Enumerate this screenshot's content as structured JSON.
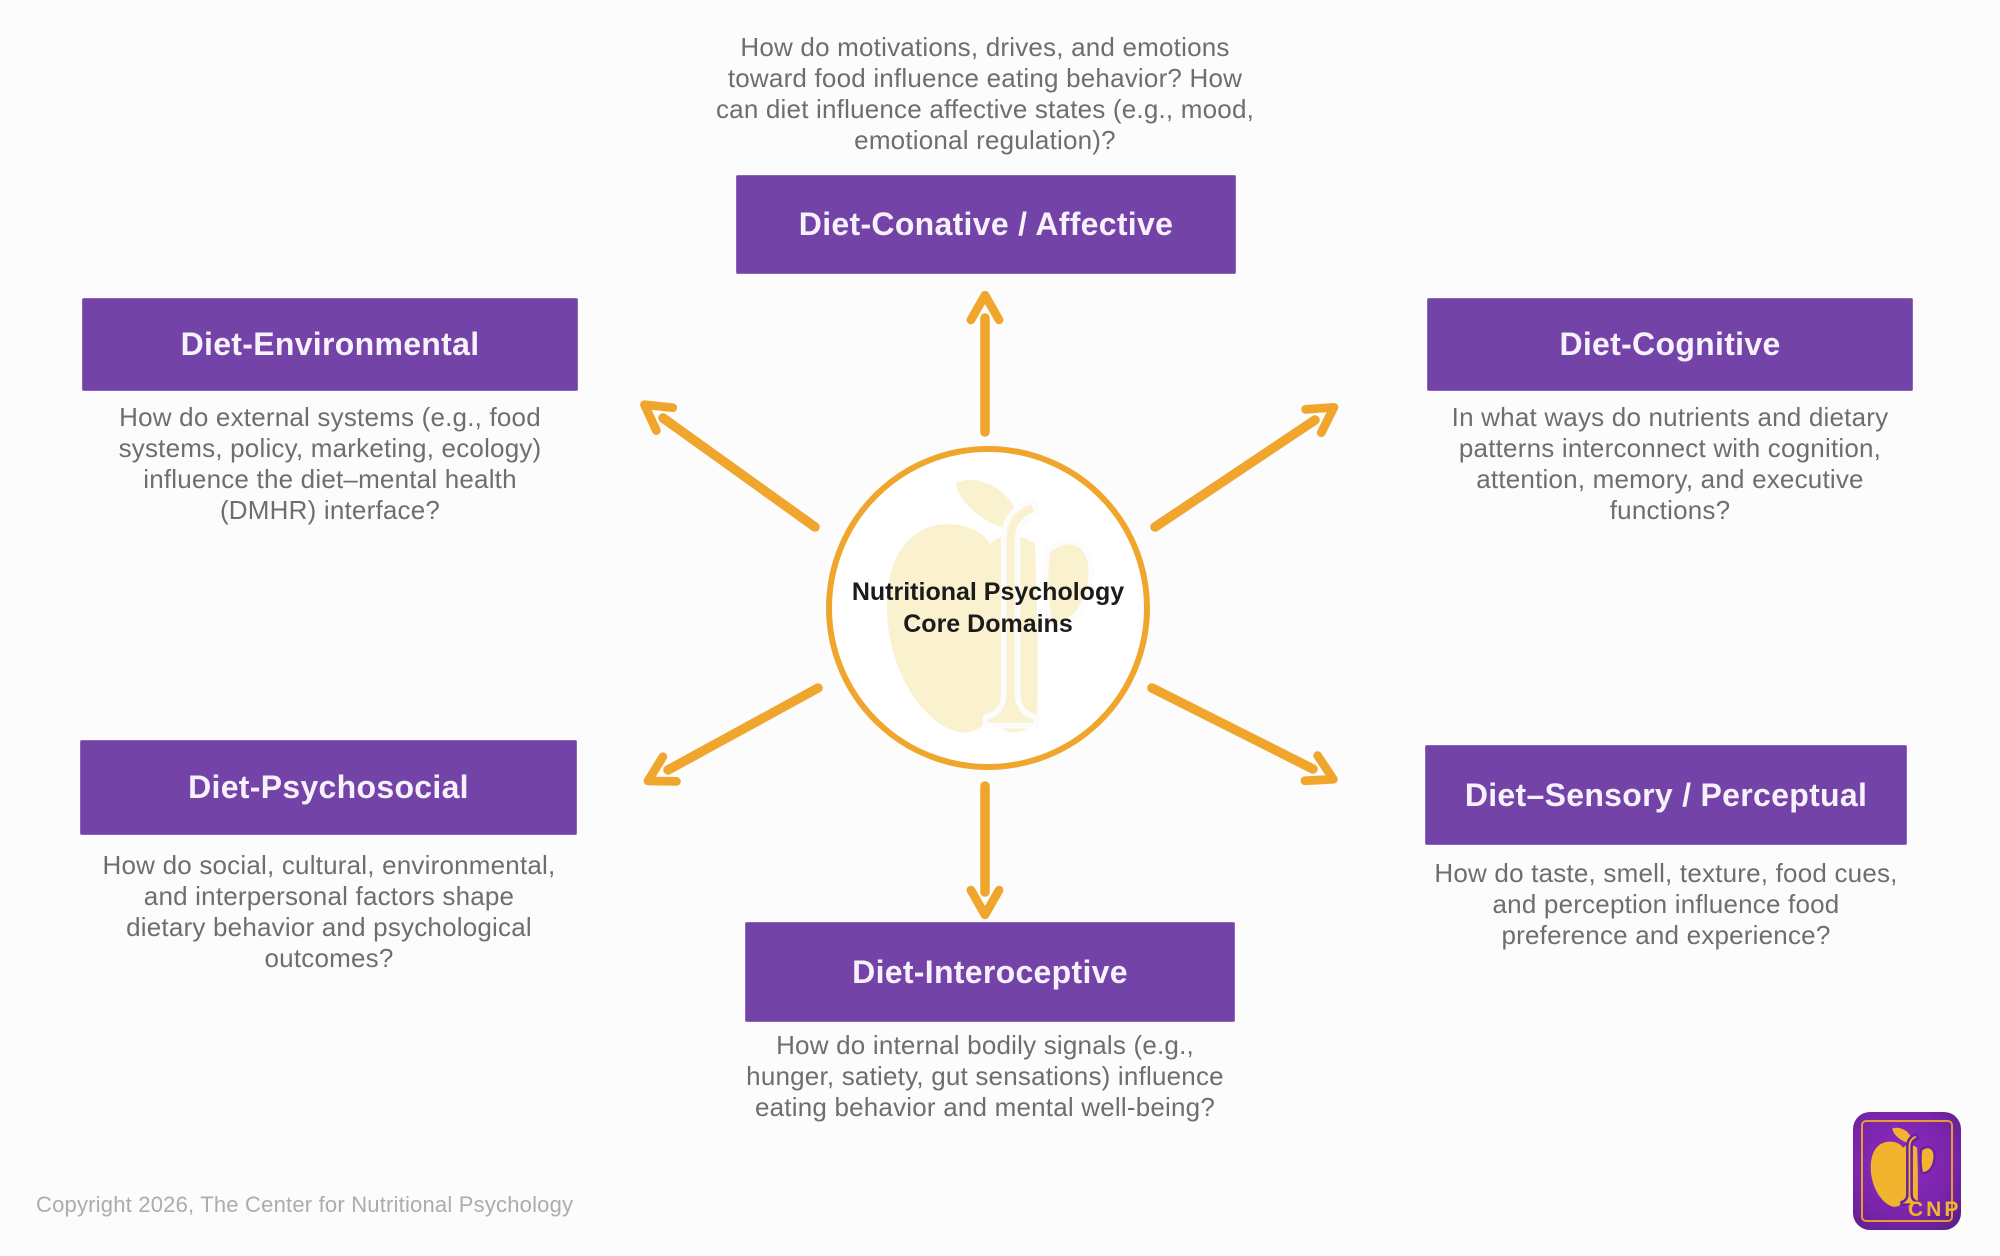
{
  "colors": {
    "purple": "#7443A8",
    "orange": "#F0A52C",
    "question_gray": "#6E6E6E",
    "center_text": "#1B1B1B",
    "copyright_gray": "#ACACAC",
    "logo_yellow": "#F2B42F",
    "watermark_yellow": "#FAF1CE"
  },
  "hub": {
    "label": "Nutritional Psychology\nCore Domains"
  },
  "nodes": {
    "conative": {
      "label": "Diet-Conative / Affective",
      "question": "How do motivations, drives, and emotions\ntoward food influence eating behavior?  How\ncan diet influence affective states (e.g., mood,\nemotional regulation)?"
    },
    "environmental": {
      "label": "Diet-Environmental",
      "question": "How do external systems (e.g., food\nsystems, policy, marketing, ecology)\ninfluence the diet–mental health\n(DMHR) interface?"
    },
    "cognitive": {
      "label": "Diet-Cognitive",
      "question": "In what ways do nutrients and dietary\npatterns interconnect with cognition,\nattention, memory, and executive\nfunctions?"
    },
    "psychosocial": {
      "label": "Diet-Psychosocial",
      "question": "How do social, cultural, environmental,\nand interpersonal factors shape\ndietary behavior and psychological\noutcomes?"
    },
    "sensory": {
      "label": "Diet–Sensory / Perceptual",
      "question": "How do taste, smell, texture, food cues,\nand perception influence food\npreference and experience?"
    },
    "interoceptive": {
      "label": "Diet-Interoceptive",
      "question": "How do internal bodily signals (e.g.,\nhunger, satiety, gut sensations) influence\neating behavior and mental well-being?"
    }
  },
  "footer": {
    "copyright": "Copyright 2026, The Center for Nutritional Psychology"
  },
  "logo": {
    "acronym": "CNP"
  }
}
